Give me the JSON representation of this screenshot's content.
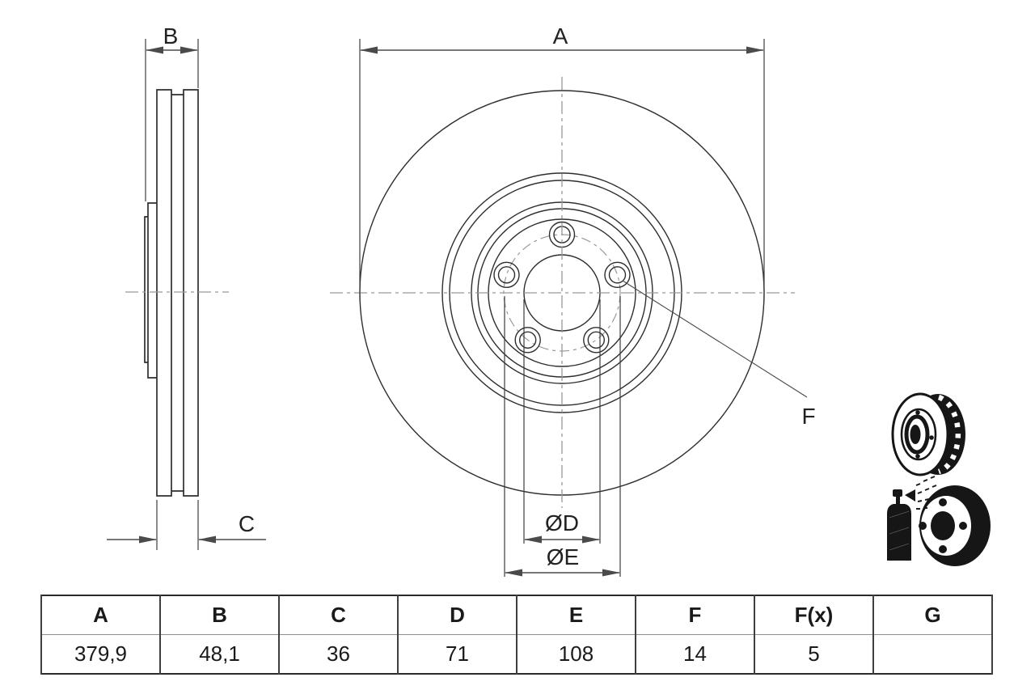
{
  "drawing": {
    "labels": {
      "a": "A",
      "b": "B",
      "c": "C",
      "d": "ØD",
      "e": "ØE",
      "f": "F"
    }
  },
  "icons": {
    "vented_disc": "vented-brake-disc-3d",
    "coated_disc": "spray-coated-disc"
  },
  "colors": {
    "background": "#ffffff",
    "line": "#2e2e2e",
    "dimension": "#4a4a4a",
    "centerline": "#999999",
    "table_border": "#2b2b2b",
    "table_text": "#1a1a1a"
  },
  "table": {
    "headers": [
      "A",
      "B",
      "C",
      "D",
      "E",
      "F",
      "F(x)",
      "G"
    ],
    "values": [
      "379,9",
      "48,1",
      "36",
      "71",
      "108",
      "14",
      "5",
      ""
    ]
  }
}
